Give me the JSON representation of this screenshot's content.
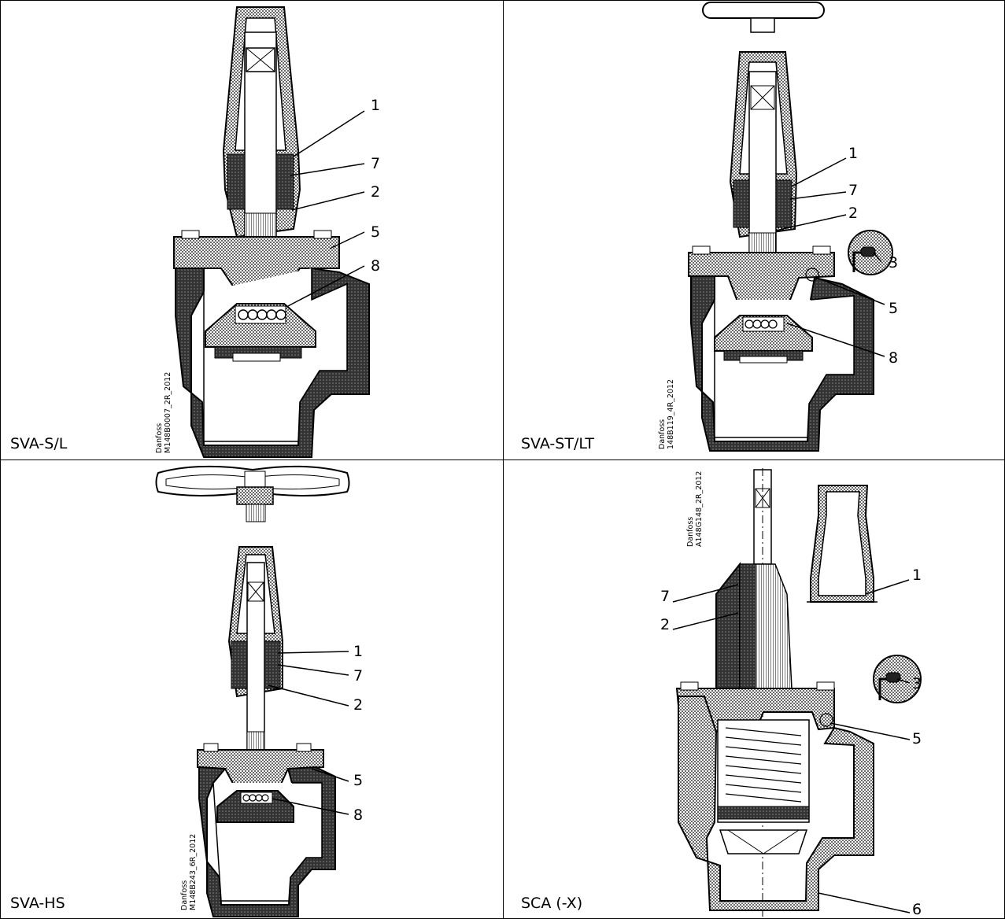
{
  "panels": [
    {
      "caption": "SVA-S/L",
      "code_brand": "Danfoss",
      "code_id": "M148B0007_2R_2012",
      "callouts": [
        "1",
        "7",
        "2",
        "5",
        "8"
      ]
    },
    {
      "caption": "SVA-ST/LT",
      "code_brand": "Danfoss",
      "code_id": "148B119_4R_2012",
      "callouts": [
        "1",
        "7",
        "2",
        "3",
        "5",
        "8"
      ]
    },
    {
      "caption": "SVA-HS",
      "code_brand": "Danfoss",
      "code_id": "M148B243_6R_2012",
      "callouts": [
        "1",
        "7",
        "2",
        "5",
        "8"
      ]
    },
    {
      "caption": "SCA (-X)",
      "code_brand": "Danfoss",
      "code_id": "A148G148_2R_2012",
      "callouts": [
        "1",
        "7",
        "2",
        "3",
        "5",
        "6"
      ]
    }
  ],
  "colors": {
    "line": "#000000",
    "fill_dots": "#d9d9d9",
    "fill_dark": "#3a3a3a",
    "background": "#ffffff"
  }
}
